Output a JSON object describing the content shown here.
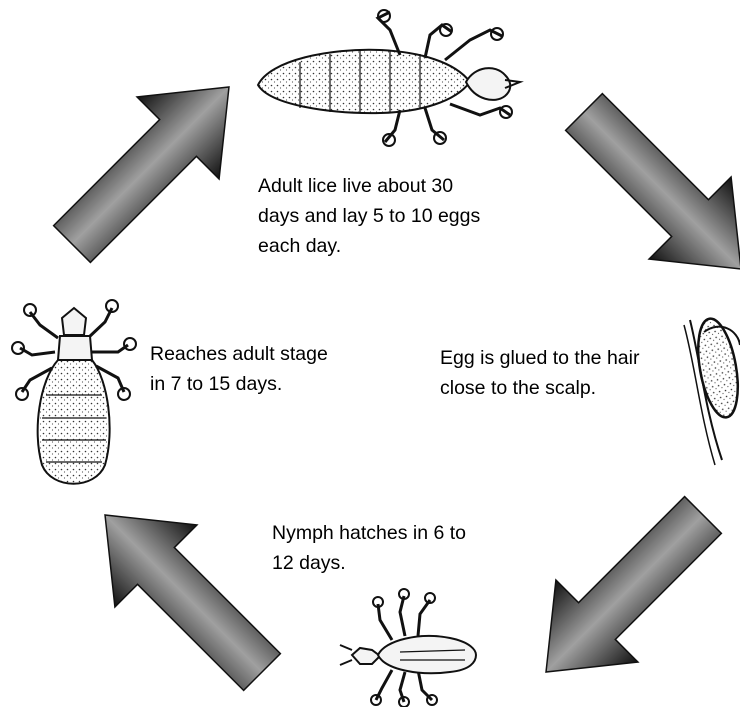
{
  "diagram": {
    "stages": [
      {
        "id": "adult",
        "lines": [
          "Adult lice live about 30",
          "days and lay 5 to 10 eggs",
          "each day."
        ]
      },
      {
        "id": "egg",
        "lines": [
          "Egg is glued to the hair",
          "close to the scalp."
        ]
      },
      {
        "id": "nymph",
        "lines": [
          "Nymph hatches in 6 to",
          "12 days."
        ]
      },
      {
        "id": "maturing",
        "lines": [
          "Reaches adult stage",
          "in 7 to 15 days."
        ]
      }
    ],
    "icons": [
      "adult-louse-icon",
      "egg-on-hair-icon",
      "nymph-louse-icon",
      "maturing-louse-icon",
      "cycle-arrow-icon"
    ],
    "colors": {
      "arrow_dark": "#1c1c1c",
      "arrow_light": "#9a9a9a",
      "text": "#000000",
      "insect_fill": "#f4f4f4"
    }
  }
}
